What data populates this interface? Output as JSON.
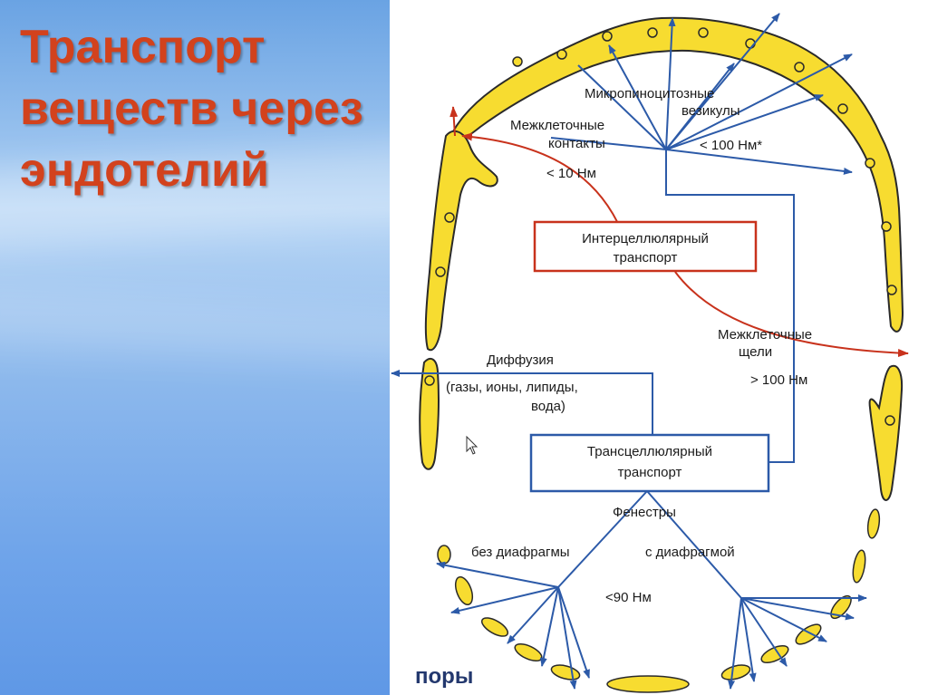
{
  "slide": {
    "title_lines": [
      "Транспорт",
      "веществ через",
      "эндотелий"
    ]
  },
  "diagram": {
    "micropino_line1": "Микропиноцитозные",
    "micropino_line2": "везикулы",
    "micropino_size": "< 100 Нм*",
    "intercell_contacts_line1": "Межклеточные",
    "intercell_contacts_line2": "контакты",
    "intercell_contacts_size": "< 10 Нм",
    "intercellular_transport_line1": "Интерцеллюлярный",
    "intercellular_transport_line2": "транспорт",
    "intercell_gaps_line1": "Межклеточные",
    "intercell_gaps_line2": "щели",
    "intercell_gaps_size": "> 100 Нм",
    "diffusion_line1": "Диффузия",
    "diffusion_line2": "(газы, ионы, липиды,",
    "diffusion_line3": "вода)",
    "transcellular_transport_line1": "Трансцеллюлярный",
    "transcellular_transport_line2": "транспорт",
    "fenestrae": "Фенестры",
    "without_diaphragm": "без диафрагмы",
    "with_diaphragm": "с диафрагмой",
    "fenestrae_size": "<90 Нм",
    "pores": "поры"
  },
  "colors": {
    "title": "#d2421d",
    "cell_fill": "#f7dc30",
    "cell_stroke": "#2a2a2a",
    "blue_line": "#2c5aa8",
    "red_line": "#c8321c",
    "pores_text": "#23386e"
  }
}
